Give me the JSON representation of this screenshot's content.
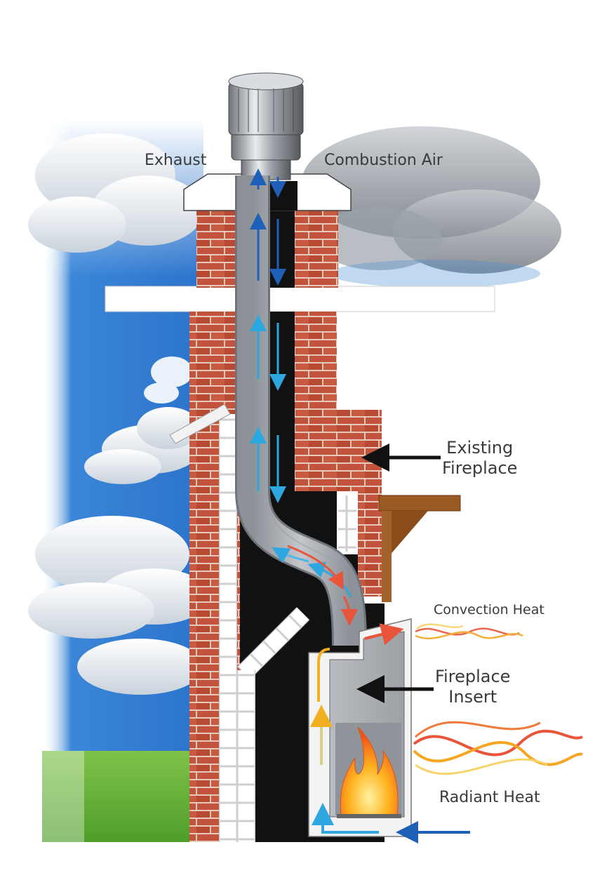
{
  "labels": {
    "exhaust": "Exhaust",
    "combustion_air": "Combustion Air",
    "existing_fireplace_line1": "Existing",
    "existing_fireplace_line2": "Fireplace",
    "convection_heat": "Convection Heat",
    "fireplace_insert_line1": "Fireplace",
    "fireplace_insert_line2": "Insert",
    "radiant_heat": "Radiant Heat"
  },
  "colors": {
    "brick": "#c0503a",
    "mortar": "#e8c8b8",
    "flue": "#111111",
    "liner": "#a9adb3",
    "exhaust_arrow": "#1e5fb8",
    "combustion_arrow": "#2ea6e0",
    "warm_arrow": "#e8553a",
    "sky": "#2f7fd6",
    "grass": "#5fb030",
    "wood": "#9a5a22"
  }
}
